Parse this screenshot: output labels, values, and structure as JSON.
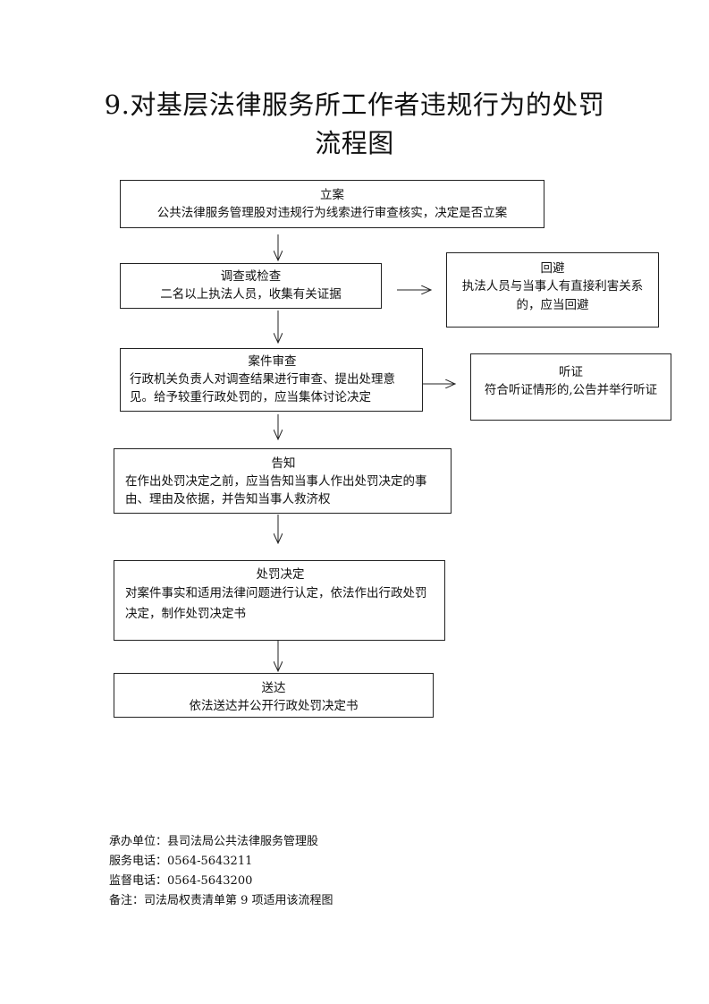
{
  "title": {
    "line1": "9.对基层法律服务所工作者违规行为的处罚",
    "line2": "流程图"
  },
  "steps": {
    "filing": {
      "heading": "立案",
      "body": "公共法律服务管理股对违规行为线索进行审查核实，决定是否立案"
    },
    "investigation": {
      "heading": "调查或检查",
      "body": "二名以上执法人员，收集有关证据"
    },
    "recusal": {
      "heading": "回避",
      "body": "执法人员与当事人有直接利害关系的，应当回避"
    },
    "case_review": {
      "heading": "案件审查",
      "body": "行政机关负责人对调查结果进行审查、提出处理意见。给予较重行政处罚的，应当集体讨论决定"
    },
    "hearing": {
      "heading": "听证",
      "body": "符合听证情形的,公告并举行听证"
    },
    "notice": {
      "heading": "告知",
      "body": "在作出处罚决定之前，应当告知当事人作出处罚决定的事由、理由及依据，并告知当事人救济权"
    },
    "decision": {
      "heading": "处罚决定",
      "body": "对案件事实和适用法律问题进行认定，依法作出行政处罚决定，制作处罚决定书"
    },
    "delivery": {
      "heading": "送达",
      "body": "依法送达并公开行政处罚决定书"
    }
  },
  "footer": {
    "unit": "承办单位：县司法局公共法律服务管理股",
    "service_phone": "服务电话：0564-5643211",
    "supervision_phone": "监督电话：0564-5643200",
    "note": "备注：司法局权责清单第 9 项适用该流程图"
  }
}
